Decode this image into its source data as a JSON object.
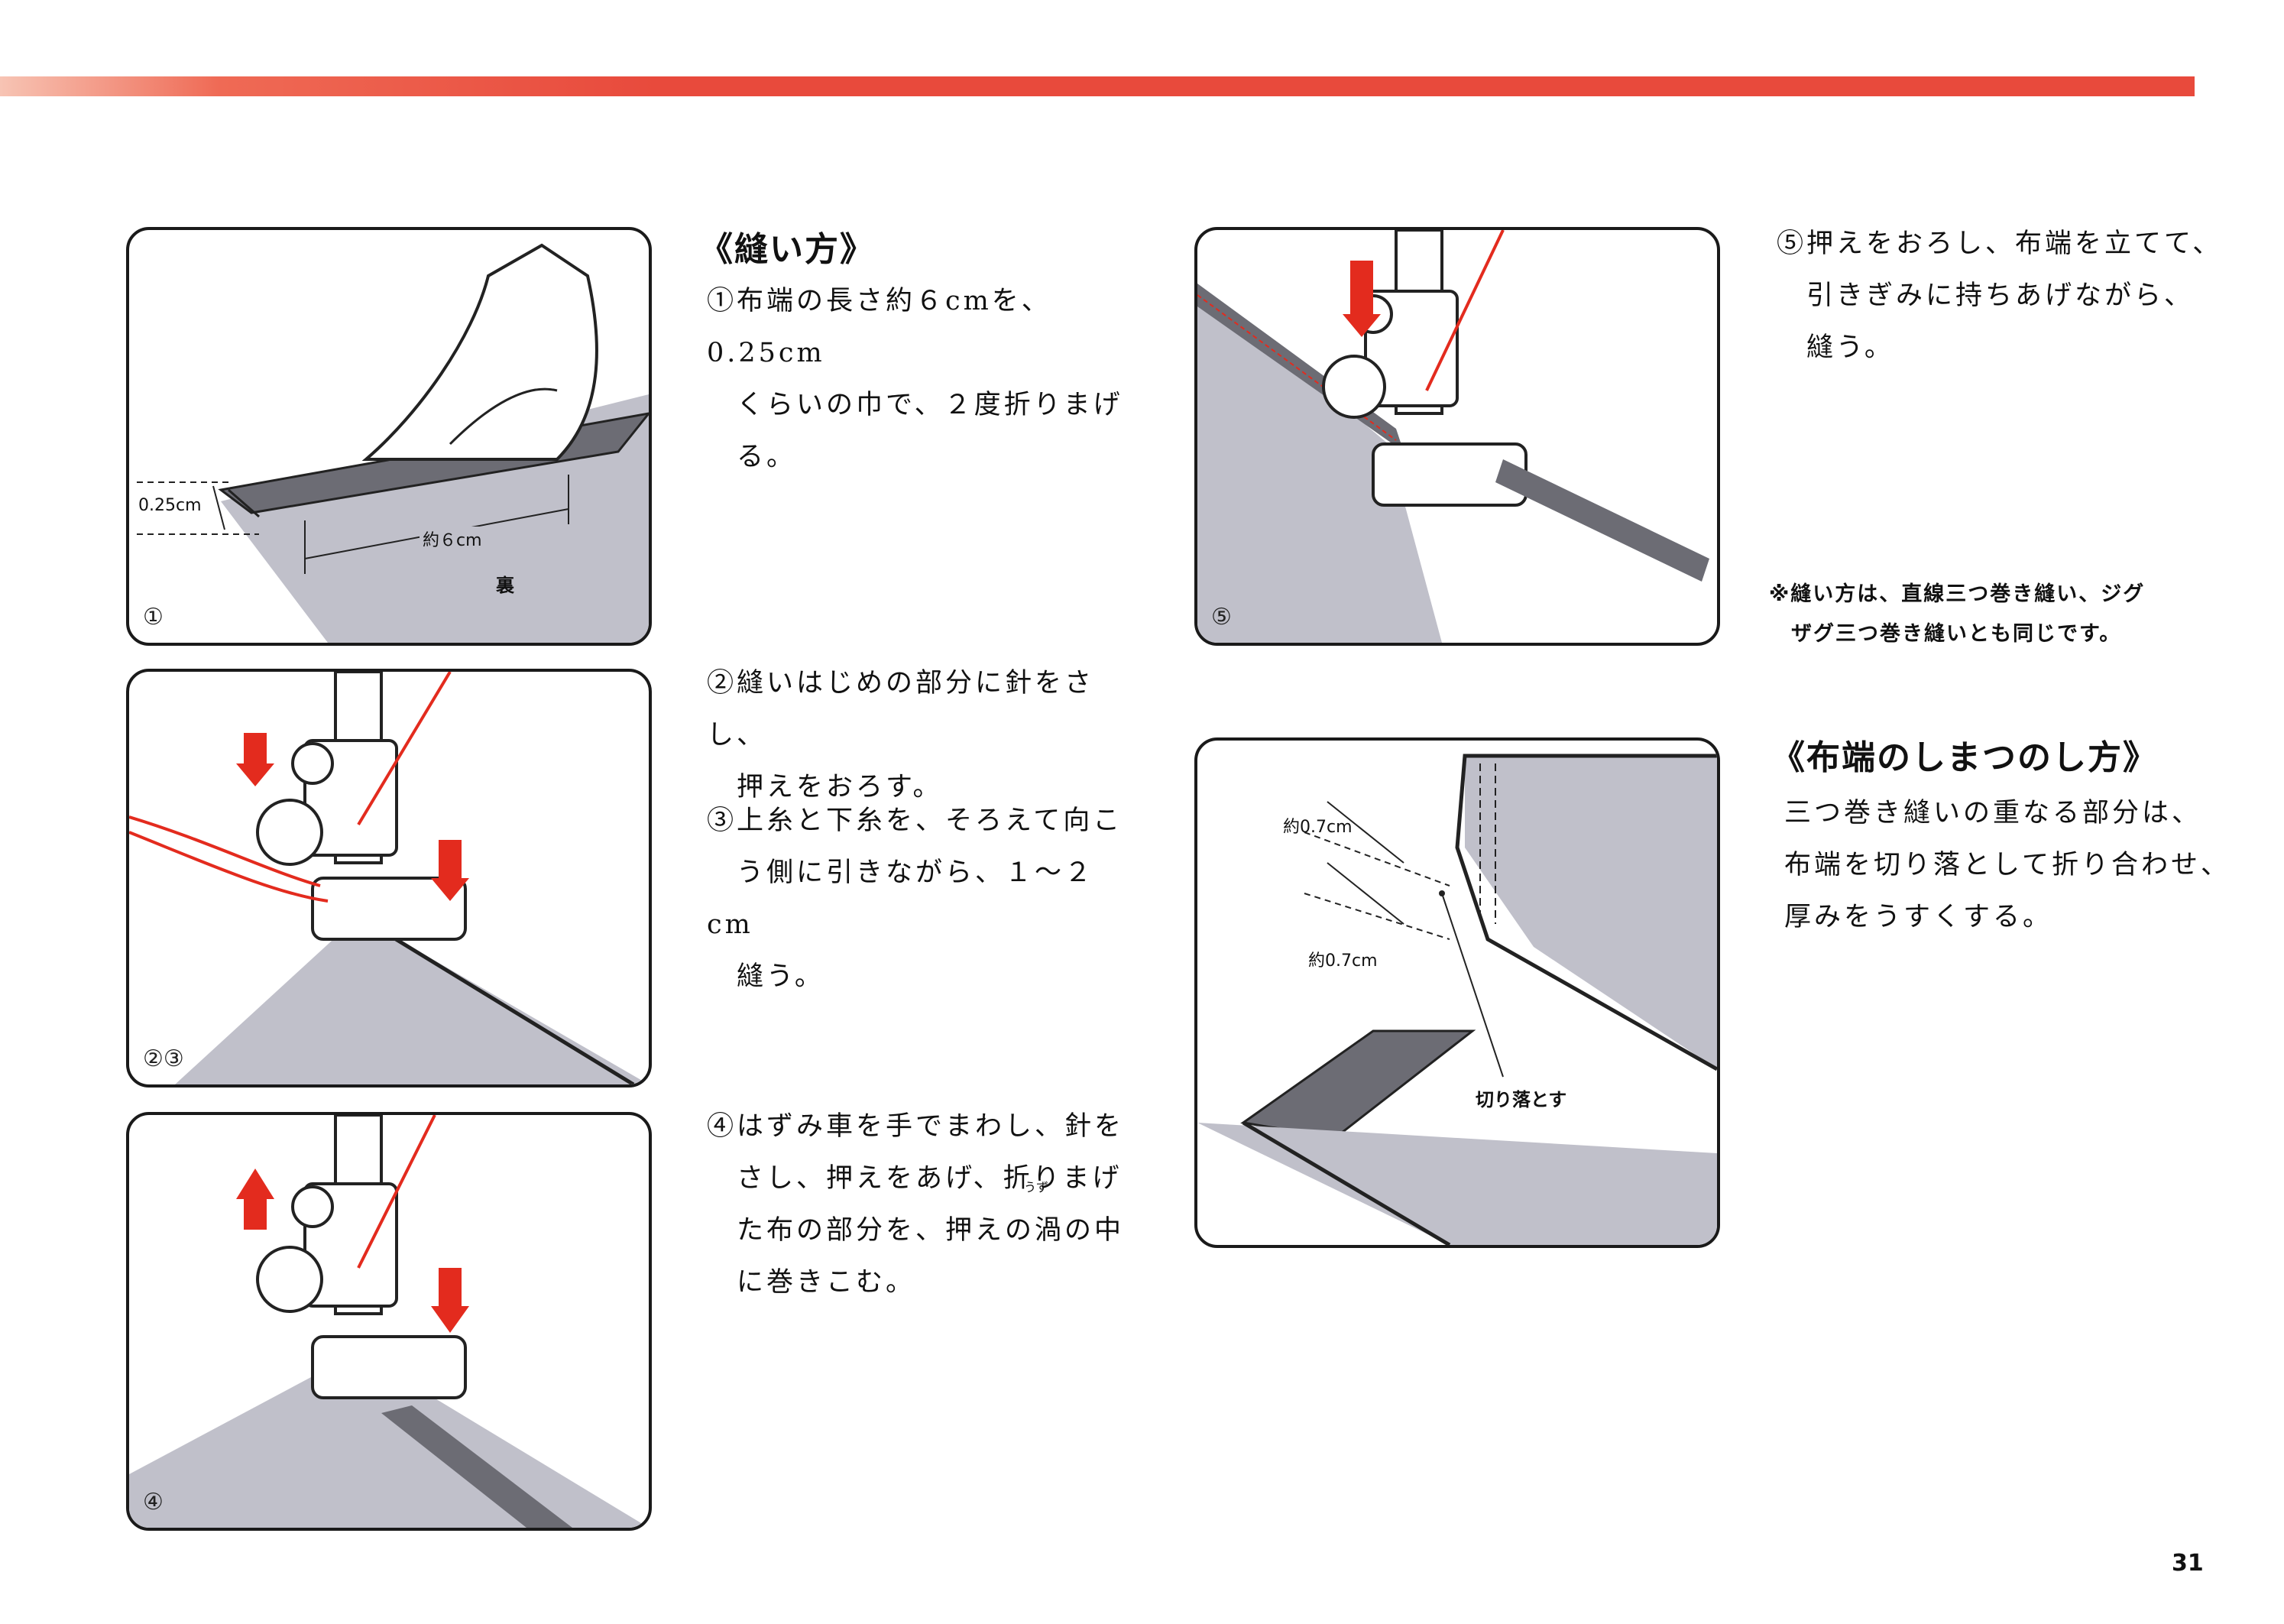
{
  "header": {
    "accent_color": "#e84a3c"
  },
  "section1": {
    "heading": "《縫い方》",
    "step1": "①布端の長さ約６cmを、0.25cm\n　くらいの巾で、２度折りまげ\n　る。",
    "step2": "②縫いはじめの部分に針をさし、\n　押えをおろす。",
    "step3": "③上糸と下糸を、そろえて向こ\n　う側に引きながら、１〜２cm\n　縫う。",
    "step4": "④はずみ車を手でまわし、針を\n　さし、押えをあげ、折りまげ\n　た布の部分を、押えの渦の中\n　に巻きこむ。",
    "step4_ruby": "うず",
    "step5": "⑤押えをおろし、布端を立てて、\n　引きぎみに持ちあげながら、\n　縫う。",
    "note": "※縫い方は、直線三つ巻き縫い、ジグ\n　ザグ三つ巻き縫いとも同じです。"
  },
  "section2": {
    "heading": "《布端のしまつのし方》",
    "body": "三つ巻き縫いの重なる部分は、\n布端を切り落として折り合わせ、\n厚みをうすくする。"
  },
  "figures": {
    "fig1": {
      "number": "①",
      "label_width": "0.25cm",
      "label_length": "約６cm",
      "label_back": "裏"
    },
    "fig23": {
      "number": "②③"
    },
    "fig4": {
      "number": "④"
    },
    "fig5": {
      "number": "⑤"
    },
    "fig_trim": {
      "label_a": "約0.7cm",
      "label_b": "約0.7cm",
      "label_cut": "切り落とす"
    }
  },
  "page": {
    "number": "31"
  },
  "colors": {
    "thread": "#e32b1e",
    "fabric": "#bdbdc7",
    "fold": "#6c6c74"
  }
}
